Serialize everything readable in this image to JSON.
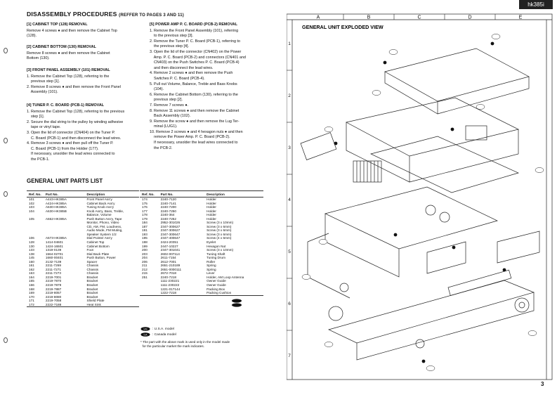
{
  "header_tag": "hk385i",
  "title": "DISASSEMBLY PROCEDURES",
  "title_ref": "(REFFER TO PAGES 3 AND 11)",
  "left_sections": [
    {
      "title": "[1] CABINET TOP (128) REMOVAL",
      "lines": [
        "Remove 4 screws ● and then remove the Cabinet Top",
        "(128)."
      ]
    },
    {
      "title": "[2] CABINET BOTTOM (130) REMOVAL",
      "lines": [
        "Remove 8 screws ● and then remove the Cabinet",
        "Bottom (130)."
      ]
    },
    {
      "title": "[3] FRONT PANEL ASSEMBLY (101) REMOVAL",
      "lines": [
        "1. Remove the Cabinet Top (128), referring to the",
        "    previous step [1].",
        "2. Remove 8 screws ● and then remove the Front Panel",
        "    Assembly (101)."
      ]
    },
    {
      "title": "[4] TUNER P. C. BOARD (PCB-1) REMOVAL",
      "lines": [
        "1. Remove the Cabinet Top (128), referring to the previous",
        "    step [1].",
        "2. Secure the dial string to the pulley by winding adhesive",
        "    tape or vinyl tape.",
        "3. Open the lid of connector (CN404) on the Tuner P.",
        "    C. Board (PCB-1) and then disconnect the lead wires.",
        "4. Remove 3 screws ● and then pull off the Tuner P.",
        "    C. Board (PCB-1) from the Holder (177).",
        "    If necessary, unsolder the lead wires connected to",
        "    the PCB-1."
      ]
    }
  ],
  "right_section": {
    "title": "[5] POWER AMP P. C. BOARD (PCB-2) REMOVAL",
    "lines": [
      "1. Remove the Front Panel Assembly (101), referring",
      "    to the previous step [3].",
      "2. Remove the Tuner P. C. Board (PCB-1), referring to",
      "    the previous step [4].",
      "3. Open the lid of the connector (CN402) on the Power",
      "    Amp. P. C. Board (PCB-2) and connectors (CN401 and",
      "    CN403) on the Push Switches P. C. Board (PCB-4)",
      "    and then disconnect the lead wires.",
      "4. Remove 2 screws ● and then remove the Push",
      "    Switches P. C. Board (PCB-4).",
      "5. Pull out Volume, Balance, Treble and Bass Knobs",
      "    (104).",
      "6. Remove the Cabinet Bottom (130), referring to the",
      "    previous step [2].",
      "7. Remove 7 screws ●.",
      "8. Remove 11 screws ● and then remove the Cabinet",
      "    Back Assembly (102).",
      "9. Remove the screw ● and then remove the Lug Ter-",
      "    minal (LUG1).",
      "10. Remove 2 screws ● and 4 hexagon nuts ● and then",
      "    remove the Power Amp. P. C. Board (PCB-2).",
      "    If necessary, unsolder the lead wires connected to",
      "    the PCB-2."
    ]
  },
  "parts_title": "GENERAL UNIT PARTS LIST",
  "parts_headers": [
    "Ref. No.",
    "Part No.",
    "Description"
  ],
  "parts_left": [
    [
      "101",
      "A443-HK385A",
      "Front Panel Ass'y"
    ],
    [
      "102",
      "A424-HK385A",
      "Cabinet Back Ass'y"
    ],
    [
      "103",
      "A630-HK385A",
      "Tuning Knob Ass'y"
    ],
    [
      "104",
      "A630-HK385B",
      "Knob Ass'y, Bass, Treble,"
    ],
    [
      "",
      "",
      "Balance, Volume"
    ],
    [
      "105",
      "A662-HK385A",
      "Push Button Ass'y, Tape"
    ],
    [
      "",
      "",
      "Monitor, Phono, Video"
    ],
    [
      "",
      "",
      "CD, AM, FM, Loudness,"
    ],
    [
      "",
      "",
      "Audio Mode, FM Muting,"
    ],
    [
      "",
      "",
      "Speaker System 1/2"
    ],
    [
      "106",
      "A673-HK385A",
      "Dial Pointer Ass'y"
    ],
    [
      "128",
      "1414-04601",
      "Cabinet Top"
    ],
    [
      "130",
      "1424-16501",
      "Cabinet Bottom"
    ],
    [
      "133",
      "1319-0139",
      "Foot"
    ],
    [
      "138",
      "1564-02701",
      "Dial Back Plate"
    ],
    [
      "145",
      "1660-00401",
      "Push Button, Power"
    ],
    [
      "160",
      "2132-7139",
      "Spacer"
    ],
    [
      "161",
      "2211-7269",
      "Chassis"
    ],
    [
      "162",
      "2211-7271",
      "Chassis"
    ],
    [
      "163",
      "2211-7273",
      "Chassis"
    ],
    [
      "164",
      "2219-7001",
      "Bracket"
    ],
    [
      "165",
      "2219-7870",
      "Bracket"
    ],
    [
      "166",
      "2219-7879",
      "Bracket"
    ],
    [
      "168",
      "2219-7887",
      "Bracket"
    ],
    [
      "169",
      "2219-8057",
      "Bracket"
    ],
    [
      "170",
      "2219-8080",
      "Bracket"
    ],
    [
      "171",
      "2219-7058",
      "Shield Plate"
    ],
    [
      "172",
      "2222-7188",
      "Heat Sink"
    ]
  ],
  "parts_right": [
    [
      "174",
      "2240-7120",
      "Holder"
    ],
    [
      "175",
      "2240-7141",
      "Holder"
    ],
    [
      "176",
      "2240-7200",
      "Holder"
    ],
    [
      "177",
      "2240-7250",
      "Holder"
    ],
    [
      "178",
      "2240-364",
      "Holder"
    ],
    [
      "179",
      "2240-7252",
      "Holder"
    ],
    [
      "184",
      "2952-301026",
      "Screw (3 x 10mm)"
    ],
    [
      "187",
      "2347-300627",
      "Screw (3 x 6mm)"
    ],
    [
      "191",
      "2347-300627",
      "Screw (3 x 6mm)"
    ],
    [
      "193",
      "2347-300647",
      "Screw (3 x 6mm)"
    ],
    [
      "195",
      "2347-400647",
      "Screw (4 x 6mm)"
    ],
    [
      "198",
      "2424-20351",
      "Eyelet"
    ],
    [
      "199",
      "2447-10227",
      "Hexagon Nut"
    ],
    [
      "200",
      "2347-301041",
      "Screw (3 x 10mm)"
    ],
    [
      "203",
      "2602-007114",
      "Tuning Shaft"
    ],
    [
      "204",
      "2611-7154",
      "Tuning Drum"
    ],
    [
      "206",
      "2612-7001",
      "Roller"
    ],
    [
      "211",
      "2651-210189",
      "Spring"
    ],
    [
      "212",
      "2651-0000111",
      "Spring"
    ],
    [
      "215",
      "2672-7018",
      "Lever"
    ],
    [
      "251",
      "2240-7218",
      "Holder, AM Loop Antenna"
    ],
    [
      "",
      "1111-230221",
      "Owner Guide"
    ],
    [
      "",
      "1111-230222",
      "Owner Guide"
    ],
    [
      "",
      "1221-017144",
      "Packing Box"
    ],
    [
      "",
      "1222-7218",
      "Packing Cushion"
    ]
  ],
  "legend": [
    {
      "mark": "US",
      "text": ": U.S.A. model"
    },
    {
      "mark": "CA",
      "text": ": Canada model"
    }
  ],
  "footnote": [
    "* The part with the above mark is used only in the model made",
    "  for the particular market the mark indicates."
  ],
  "diagram": {
    "title": "GENERAL UNIT EXPLODED VIEW",
    "columns": [
      "A",
      "B",
      "C",
      "D",
      "E"
    ],
    "rows": [
      "1",
      "2",
      "3",
      "4",
      "5",
      "6",
      "7"
    ]
  },
  "page_number": "3"
}
